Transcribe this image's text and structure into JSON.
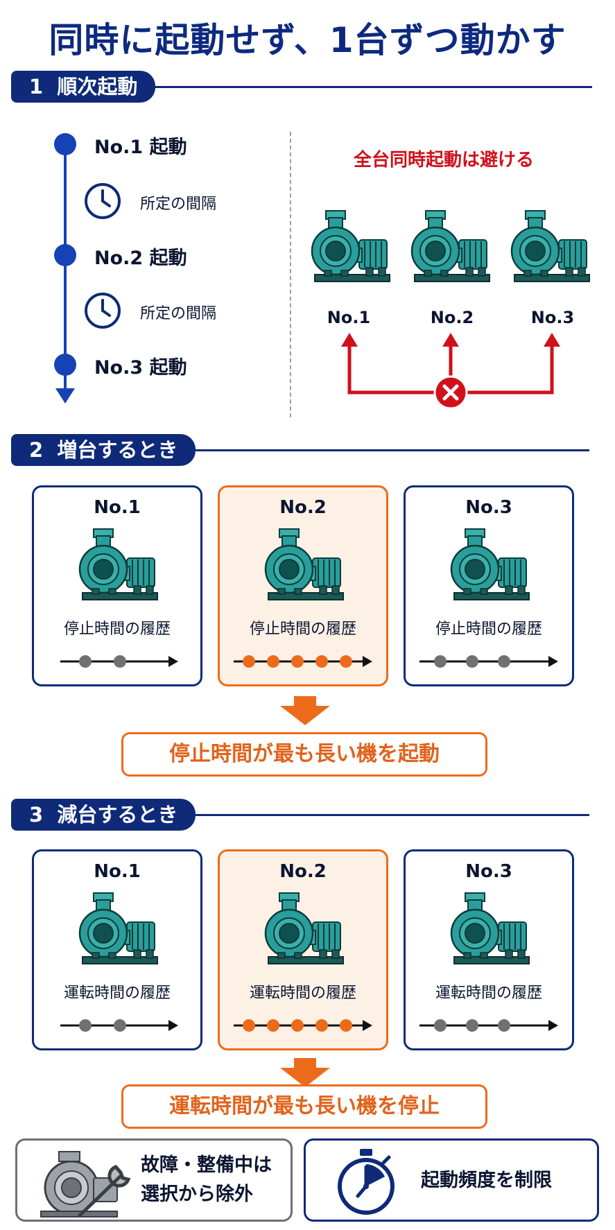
{
  "title": "同時に起動せず、1台ずつ動かす",
  "section1": {
    "number": "1",
    "heading": "順次起動",
    "steps": [
      "No.1 起動",
      "No.2 起動",
      "No.3 起動"
    ],
    "interval_label": "所定の間隔",
    "warning": "全台同時起動は避ける",
    "pumps": [
      "No.1",
      "No.2",
      "No.3"
    ]
  },
  "section2": {
    "number": "2",
    "heading": "増台するとき",
    "cards": [
      {
        "title": "No.1",
        "label": "停止時間の履歴",
        "history_points": 2,
        "highlight": false
      },
      {
        "title": "No.2",
        "label": "停止時間の履歴",
        "history_points": 5,
        "highlight": true
      },
      {
        "title": "No.3",
        "label": "停止時間の履歴",
        "history_points": 3,
        "highlight": false
      }
    ],
    "result": "停止時間が最も長い機を起動"
  },
  "section3": {
    "number": "3",
    "heading": "減台するとき",
    "cards": [
      {
        "title": "No.1",
        "label": "運転時間の履歴",
        "history_points": 2,
        "highlight": false
      },
      {
        "title": "No.2",
        "label": "運転時間の履歴",
        "history_points": 5,
        "highlight": true
      },
      {
        "title": "No.3",
        "label": "運転時間の履歴",
        "history_points": 3,
        "highlight": false
      }
    ],
    "result": "運転時間が最も長い機を停止"
  },
  "footer": {
    "left_text_line1": "故障・整備中は",
    "left_text_line2": "選択から除外",
    "right_text": "起動頻度を制限"
  },
  "colors": {
    "navy": "#0e2a78",
    "blue": "#1642b5",
    "orange": "#ec6b1b",
    "red": "#d0111b",
    "pump_teal": "#2a9e9a",
    "gray_dot": "#707070"
  },
  "icons": {
    "interval": "clock-icon",
    "prohibit": "x-circle-icon",
    "maintenance": "pump-wrench-icon",
    "limit": "stopwatch-icon"
  }
}
